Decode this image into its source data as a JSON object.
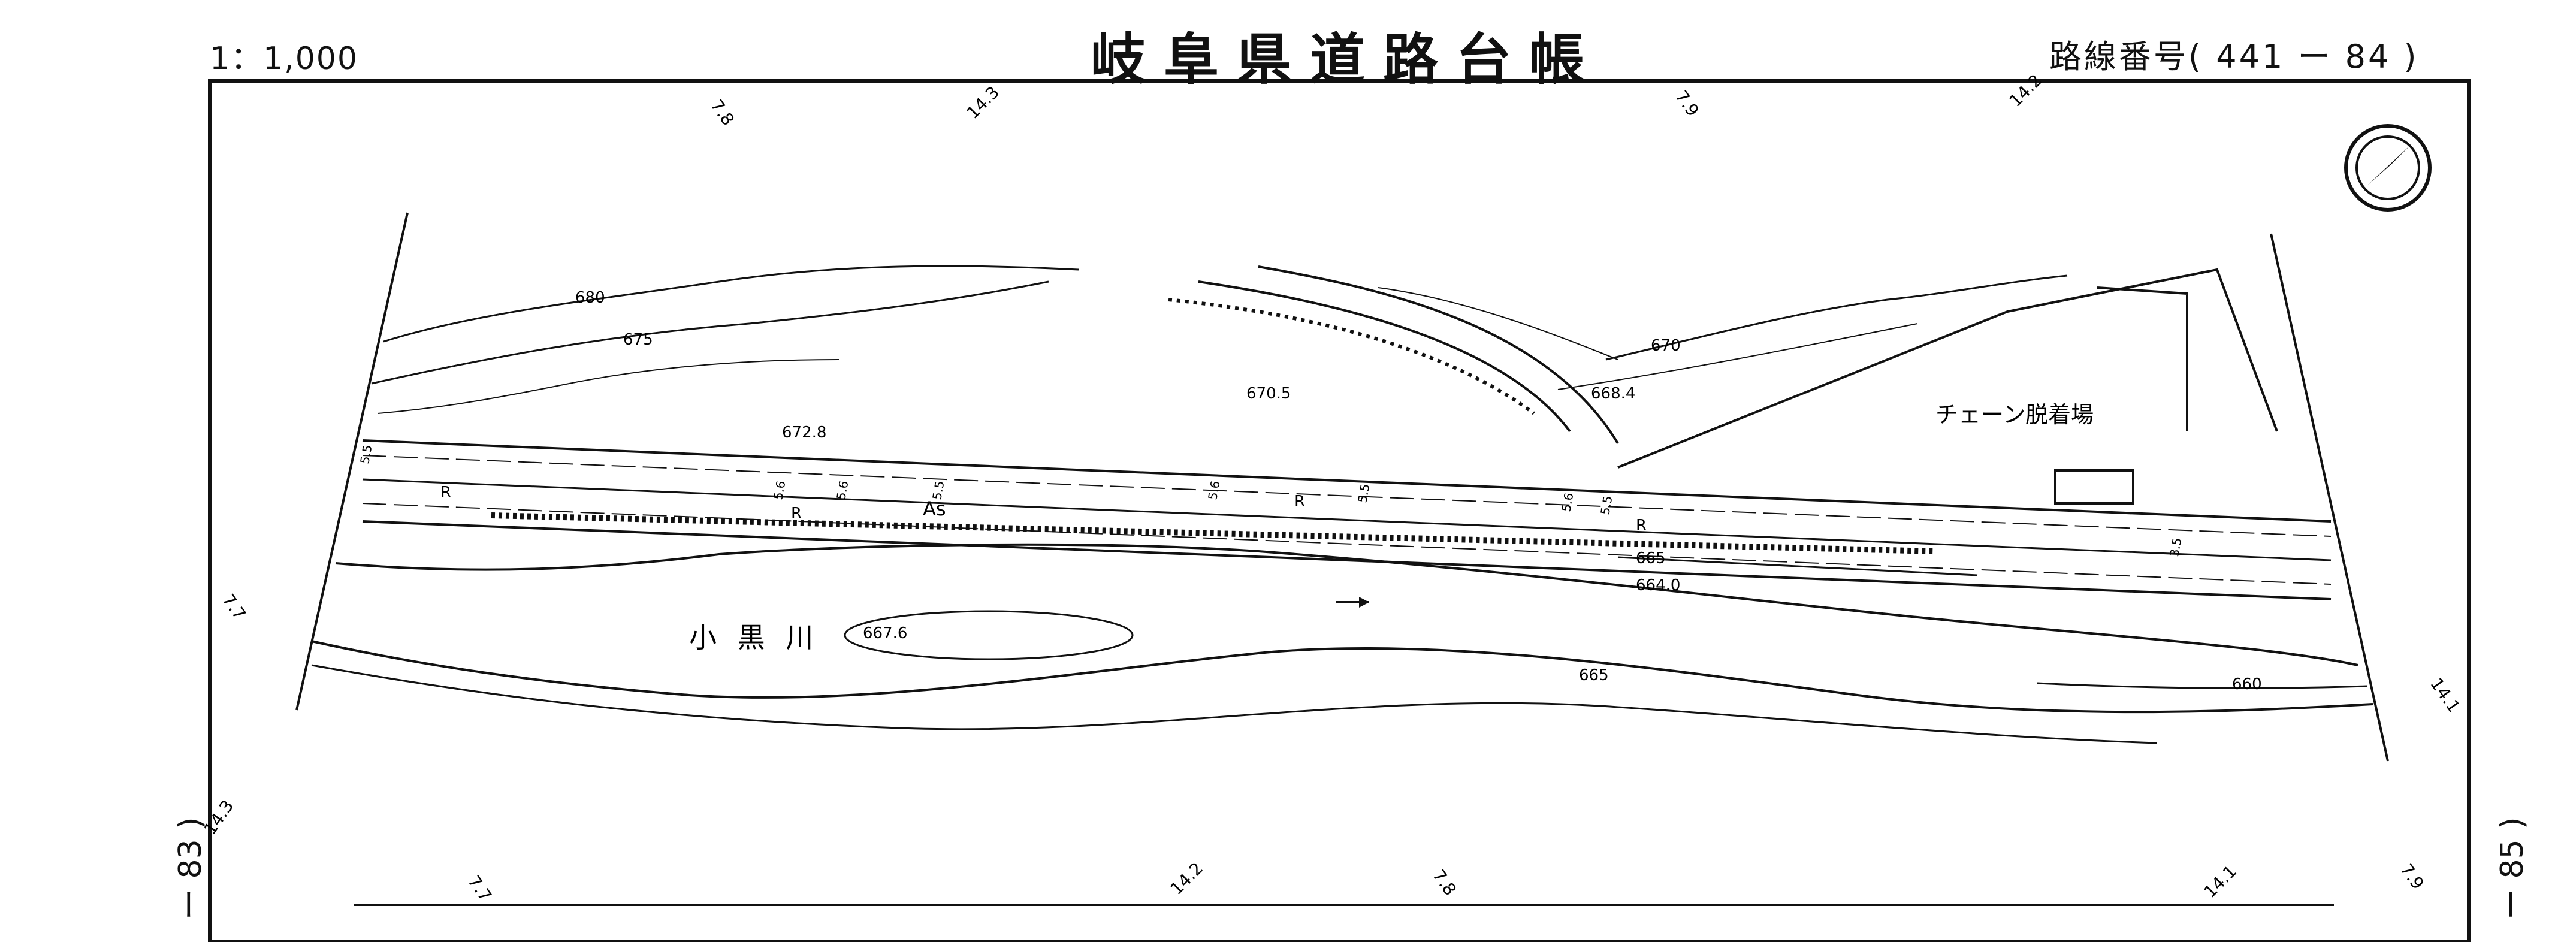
{
  "header": {
    "scale": "1：1,000",
    "title": "岐阜県道路台帳",
    "route": "路線番号( 441 ー 84 )"
  },
  "side_left": "ー 83 )",
  "side_right": "ー 85 )",
  "map": {
    "river_name": "小 黒 川",
    "parking_label": "チェーン脱着場",
    "pavement": "As",
    "road_marks": [
      "R",
      "R",
      "R",
      "R"
    ],
    "elevations": [
      "672.8",
      "670.5",
      "668.4",
      "667.6",
      "664.0",
      "660"
    ],
    "contours": [
      "680",
      "675",
      "670",
      "665",
      "665"
    ],
    "widths": [
      "5.5",
      "5.6",
      "5.6",
      "5.5",
      "5.6",
      "5.5",
      "5.6",
      "5.5",
      "3.5"
    ],
    "edge_ticks_top": [
      "7.8",
      "14.3",
      "7.9",
      "14.2"
    ],
    "edge_ticks_bottom": [
      "7.7",
      "14.2",
      "7.8",
      "14.1",
      "7.9"
    ],
    "edge_ticks_left": [
      "7.7",
      "14.3"
    ],
    "edge_ticks_right": [
      "14.1"
    ],
    "ink_color": "#111111"
  }
}
